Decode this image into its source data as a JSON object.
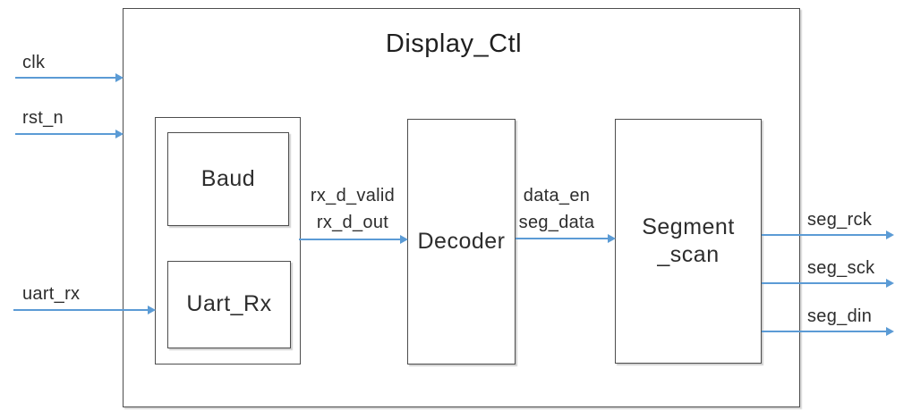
{
  "diagram": {
    "title": "Display_Ctl",
    "blocks": {
      "baud": "Baud",
      "uart_rx": "Uart_Rx",
      "decoder": "Decoder",
      "segment_line1": "Segment",
      "segment_line2": "_scan"
    },
    "inputs": {
      "clk": "clk",
      "rst_n": "rst_n",
      "uart_rx": "uart_rx"
    },
    "internal_signals": {
      "rx_d_valid": "rx_d_valid",
      "rx_d_out": "rx_d_out",
      "data_en": "data_en",
      "seg_data": "seg_data"
    },
    "outputs": {
      "seg_rck": "seg_rck",
      "seg_sck": "seg_sck",
      "seg_din": "seg_din"
    },
    "colors": {
      "arrow": "#5b9bd5",
      "border": "#4d4d4d",
      "text": "#2d2d2d",
      "background": "#ffffff"
    }
  }
}
